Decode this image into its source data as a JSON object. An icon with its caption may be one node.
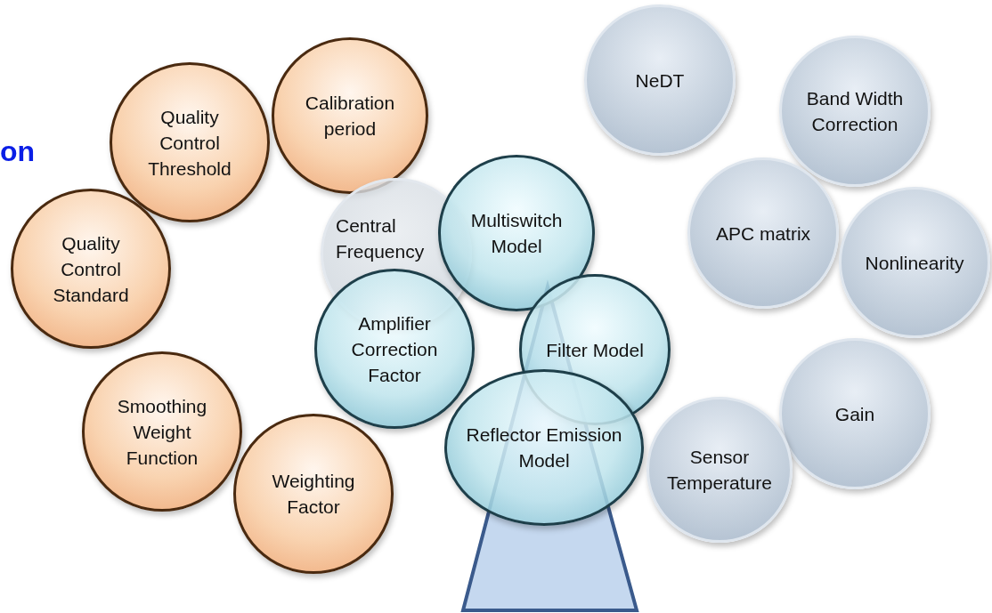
{
  "diagram": {
    "nodes": [
      {
        "text": [
          "NeDT"
        ]
      },
      {
        "text": [
          "Calibration period"
        ]
      },
      {
        "text": [
          "Band Width Correction"
        ]
      },
      {
        "text": [
          "Quality Control Threshold"
        ]
      },
      {
        "text": [
          "Multiswitch Model"
        ]
      },
      {
        "text": [
          "APC matrix"
        ]
      },
      {
        "text": [
          "Central Frequency"
        ]
      },
      {
        "text": [
          "Nonlinearity"
        ]
      },
      {
        "text": [
          "Quality Control Standard"
        ]
      },
      {
        "text": [
          "Amplifier Correction Factor"
        ]
      },
      {
        "text": [
          "Filter Model"
        ]
      },
      {
        "text": [
          "Gain"
        ]
      },
      {
        "text": [
          "Smoothing Weight Function"
        ]
      },
      {
        "text": [
          "Reflector Emission Model"
        ]
      },
      {
        "text": [
          "Sensor Temperature"
        ]
      },
      {
        "text": [
          "Weighting Factor"
        ]
      }
    ],
    "labels": [
      "on"
    ]
  }
}
